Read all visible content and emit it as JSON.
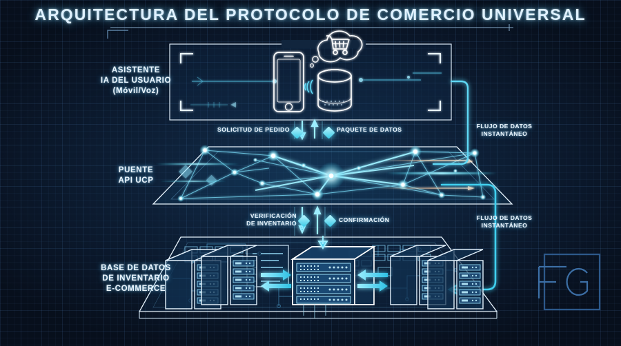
{
  "title": "ARQUITECTURA DEL PROTOCOLO DE COMERCIO UNIVERSAL",
  "palette": {
    "background": "#0d1f36",
    "grid_line": "#568cc8",
    "cyan_core": "#bdf5ff",
    "cyan_glow": "#35c9e6",
    "accent_line": "#e8f4ff",
    "logo": "#2f5d91"
  },
  "layers": [
    {
      "id": "user-assistant",
      "label": "ASISTENTE\nIA DEL USUARIO\n(Móvil/Voz)",
      "label_lines": [
        "ASISTENTE",
        "IA DEL USUARIO",
        "(Móvil/Voz)"
      ],
      "icons": [
        "smartphone-icon",
        "smart-speaker-icon",
        "shopping-cart-thought-bubble-icon"
      ]
    },
    {
      "id": "ucp-api-bridge",
      "label_lines": [
        "PUENTE",
        "API UCP"
      ],
      "icons": [
        "network-mesh-icon"
      ]
    },
    {
      "id": "ecommerce-inventory-database",
      "label_lines": [
        "BASE DE DATOS",
        "DE INVENTARIO",
        "E-COMMERCE"
      ],
      "icons": [
        "server-rack-icon",
        "circuit-board-icon"
      ]
    }
  ],
  "flows": {
    "order_request": "SOLICITUD DE PEDIDO",
    "data_packet": "PAQUETE DE DATOS",
    "inventory_check_lines": [
      "VERIFICACIÓN",
      "DE INVENTARIO"
    ],
    "confirmation": "CONFIRMACIÓN",
    "realtime_top_lines": [
      "FLUJO DE DATOS",
      "INSTANTÁNEO"
    ],
    "realtime_bottom_lines": [
      "FLUJO DE DATOS",
      "INSTANTÁNEO"
    ]
  },
  "logo": {
    "name": "fg-monogram-logo",
    "text": "FG"
  }
}
